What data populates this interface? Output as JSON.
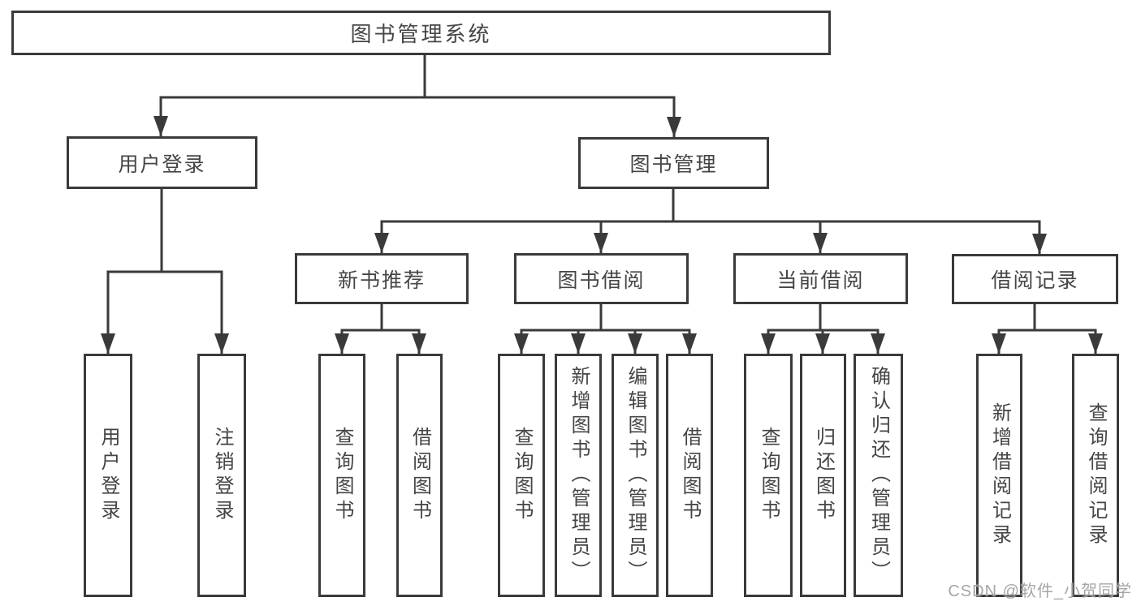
{
  "nodes": {
    "root": "图书管理系统",
    "user_login": "用户登录",
    "book_mgmt": "图书管理",
    "new_rec": "新书推荐",
    "book_borrow": "图书借阅",
    "cur_borrow": "当前借阅",
    "borrow_rec": "借阅记录",
    "login": "用户登录",
    "logout": "注销登录",
    "rec_query": "查询图书",
    "rec_borrow": "借阅图书",
    "bb_query": "查询图书",
    "bb_add": "新增图书（管理员）",
    "bb_edit": "编辑图书（管理员）",
    "bb_borrow": "借阅图书",
    "cb_query": "查询图书",
    "cb_return": "归还图书",
    "cb_confirm": "确认归还（管理员）",
    "br_add": "新增借阅记录",
    "br_query": "查询借阅记录"
  },
  "hierarchy": {
    "图书管理系统": {
      "用户登录": [
        "用户登录",
        "注销登录"
      ],
      "图书管理": {
        "新书推荐": [
          "查询图书",
          "借阅图书"
        ],
        "图书借阅": [
          "查询图书",
          "新增图书（管理员）",
          "编辑图书（管理员）",
          "借阅图书"
        ],
        "当前借阅": [
          "查询图书",
          "归还图书",
          "确认归还（管理员）"
        ],
        "借阅记录": [
          "新增借阅记录",
          "查询借阅记录"
        ]
      }
    }
  },
  "watermark": "CSDN @软件_小贺同学",
  "colors": {
    "line": "#3a3a3a",
    "text": "#454545",
    "background": "#ffffff",
    "watermark": "#969696"
  }
}
